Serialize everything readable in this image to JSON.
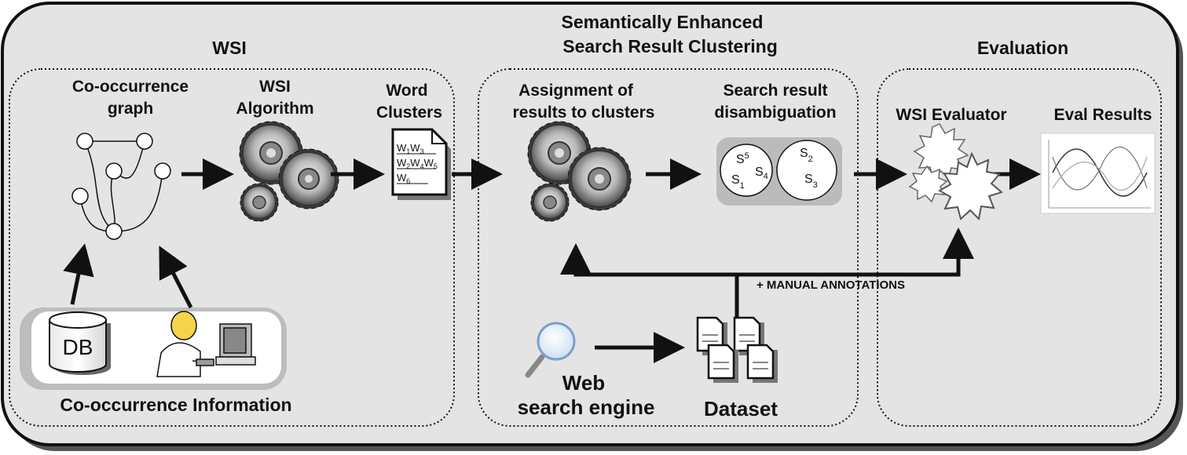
{
  "sections": {
    "wsi": {
      "title": "WSI",
      "cooccurrence_graph_line1": "Co-occurrence",
      "cooccurrence_graph_line2": "graph",
      "algorithm_line1": "WSI",
      "algorithm_line2": "Algorithm",
      "word_clusters_line1": "Word",
      "word_clusters_line2": "Clusters",
      "cooccurrence_information": "Co-occurrence Information",
      "db_label": "DB"
    },
    "clustering": {
      "title_line1": "Semantically Enhanced",
      "title_line2": "Search Result Clustering",
      "assignment_line1": "Assignment of",
      "assignment_line2": "results to clusters",
      "disambiguation_line1": "Search result",
      "disambiguation_line2": "disambiguation",
      "web_search_line1": "Web",
      "web_search_line2": "search engine",
      "dataset": "Dataset"
    },
    "evaluation": {
      "title": "Evaluation",
      "evaluator": "WSI Evaluator",
      "eval_results": "Eval Results"
    }
  },
  "manual_annotations": "+ MANUAL ANNOTATIONS",
  "word_cluster_doc": {
    "line1": [
      "W",
      "1",
      "W",
      "3"
    ],
    "line2": [
      "W",
      "2",
      "W",
      "4",
      "W",
      "5"
    ],
    "line3": [
      "W",
      "6"
    ]
  },
  "disambiguation_sets": {
    "left": [
      [
        "S",
        "5"
      ],
      [
        "S",
        "4"
      ],
      [
        "S",
        "1"
      ]
    ],
    "right": [
      [
        "S",
        "2"
      ],
      [
        "S",
        "3"
      ]
    ]
  },
  "colors": {
    "panel_fill": "#e4e4e4",
    "outline": "#111111",
    "shadow": "#555555",
    "gear_dark": "#3a3a3a",
    "gear_light": "#c8c8c8"
  }
}
